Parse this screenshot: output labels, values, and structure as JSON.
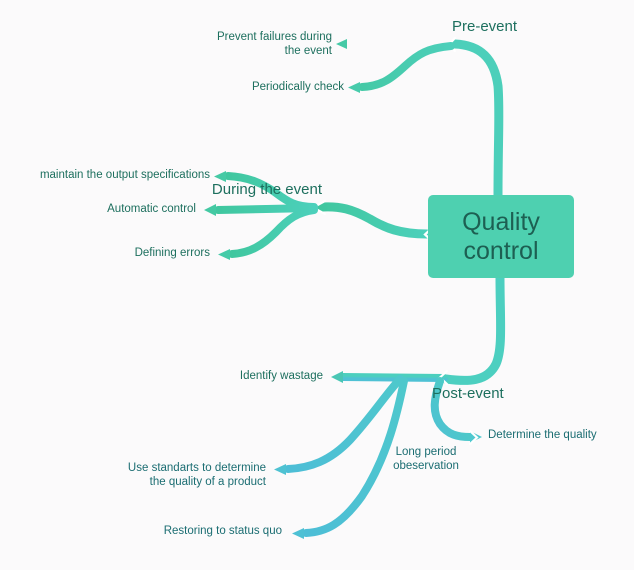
{
  "diagram": {
    "type": "mind-map",
    "background_color": "#fbfafb",
    "central": {
      "text": "Quality\ncontrol",
      "fill_color": "#4ed0b0",
      "text_color": "#1d5f52"
    },
    "palette": {
      "branch_green": "#45c9a6",
      "branch_teal": "#4dcfc4",
      "branch_blue": "#4ec1d4",
      "label_green": "#1d6f5e",
      "label_blue": "#1b6d72"
    },
    "branches": [
      {
        "id": "pre-event",
        "label": "Pre-event",
        "position": "top",
        "children": [
          {
            "id": "prevent-failures",
            "label": "Prevent failures during\nthe event"
          },
          {
            "id": "periodically-check",
            "label": "Periodically check"
          }
        ]
      },
      {
        "id": "during-the-event",
        "label": "During the event",
        "position": "left",
        "children": [
          {
            "id": "maintain-output-specifications",
            "label": "maintain the output specifications"
          },
          {
            "id": "automatic-control",
            "label": "Automatic control"
          },
          {
            "id": "defining-errors",
            "label": "Defining errors"
          }
        ]
      },
      {
        "id": "post-event",
        "label": "Post-event",
        "position": "bottom",
        "children": [
          {
            "id": "identify-wastage",
            "label": "Identify wastage"
          },
          {
            "id": "determine-the-quality",
            "label": "Determine the quality"
          },
          {
            "id": "long-period-obeservation",
            "label": "Long period\nobeservation"
          },
          {
            "id": "use-standarts",
            "label": "Use standarts to determine\nthe quality of a product"
          },
          {
            "id": "restoring-to-status-quo",
            "label": "Restoring to status quo"
          }
        ]
      }
    ]
  }
}
